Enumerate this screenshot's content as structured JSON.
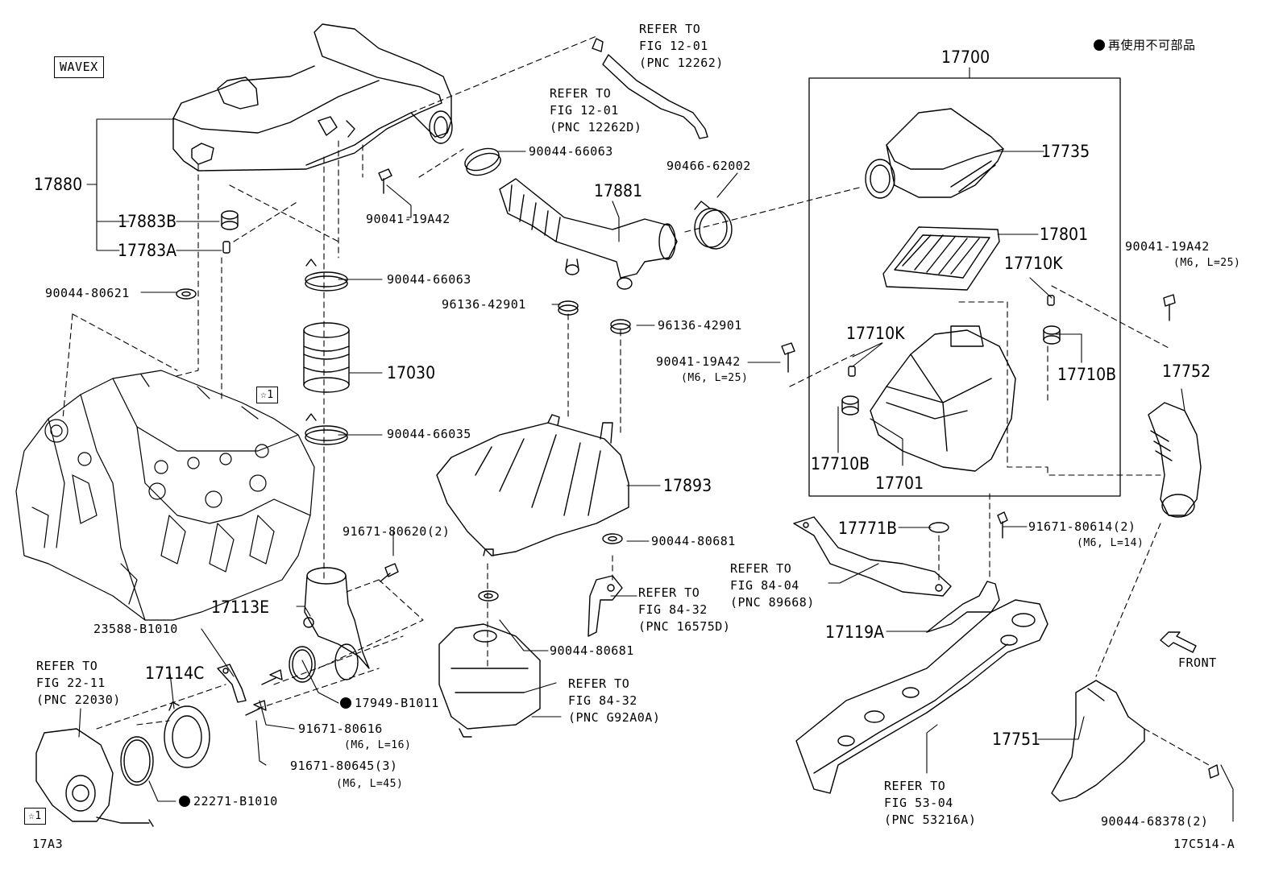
{
  "diagram": {
    "model_tag": "WAVEX",
    "legend": "再使用不可部品",
    "front_label": "FRONT",
    "corner_bottom_left": "17A3",
    "corner_bottom_right": "17C514-A",
    "star_tag": "☆1"
  },
  "parts": {
    "p17880": "17880",
    "p17883B": "17883B",
    "p17783A": "17783A",
    "p90044_80621": "90044-80621",
    "p90041_19A42_a": "90041-19A42",
    "p90044_66063_a": "90044-66063",
    "p90044_66063_b": "90044-66063",
    "p17030": "17030",
    "p90044_66035": "90044-66035",
    "p17881": "17881",
    "p90466_62002": "90466-62002",
    "p96136_42901_a": "96136-42901",
    "p96136_42901_b": "96136-42901",
    "p90041_19A42_b": "90041-19A42",
    "p90041_19A42_b_note": "(M6, L=25)",
    "p17893": "17893",
    "p90044_80681_a": "90044-80681",
    "p90044_80681_b": "90044-80681",
    "p91671_80620": "91671-80620(2)",
    "p17113E": "17113E",
    "p23588_B1010": "23588-B1010",
    "p17114C": "17114C",
    "p17949_B1011": "17949-B1011",
    "p91671_80616": "91671-80616",
    "p91671_80616_note": "(M6, L=16)",
    "p91671_80645": "91671-80645(3)",
    "p91671_80645_note": "(M6, L=45)",
    "p22271_B1010": "22271-B1010",
    "p17700": "17700",
    "p17735": "17735",
    "p17801": "17801",
    "p17710K_a": "17710K",
    "p17710K_b": "17710K",
    "p17710B_a": "17710B",
    "p17710B_b": "17710B",
    "p17701": "17701",
    "p90041_19A42_c": "90041-19A42",
    "p90041_19A42_c_note": "(M6, L=25)",
    "p17752": "17752",
    "p17771B": "17771B",
    "p91671_80614": "91671-80614(2)",
    "p91671_80614_note": "(M6, L=14)",
    "p17119A": "17119A",
    "p17751": "17751",
    "p90044_68378": "90044-68378(2)"
  },
  "refs": {
    "r1": [
      "REFER TO",
      "FIG 12-01",
      "(PNC 12262)"
    ],
    "r2": [
      "REFER TO",
      "FIG 12-01",
      "(PNC 12262D)"
    ],
    "r3": [
      "REFER TO",
      "FIG 84-32",
      "(PNC 16575D)"
    ],
    "r4": [
      "REFER TO",
      "FIG 84-32",
      "(PNC G92A0A)"
    ],
    "r5": [
      "REFER TO",
      "FIG 22-11",
      "(PNC 22030)"
    ],
    "r6": [
      "REFER TO",
      "FIG 84-04",
      "(PNC 89668)"
    ],
    "r7": [
      "REFER TO",
      "FIG 53-04",
      "(PNC 53216A)"
    ]
  }
}
